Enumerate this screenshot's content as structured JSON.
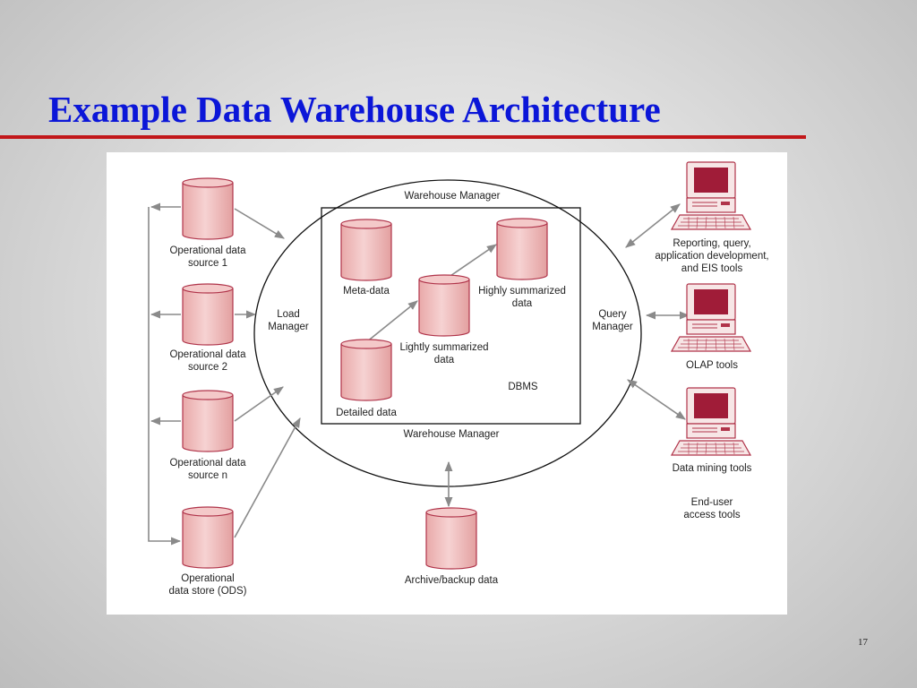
{
  "slide": {
    "title": "Example Data Warehouse Architecture",
    "page_number": "17"
  },
  "colors": {
    "title": "#0b16d8",
    "rule": "#c2171a",
    "cylinder_fill": "#efb8b8",
    "cylinder_stroke": "#b0344a",
    "screen": "#a01c38",
    "arrow": "#8a8a8a"
  },
  "diagram": {
    "sources": [
      {
        "line1": "Operational data",
        "line2": "source 1"
      },
      {
        "line1": "Operational data",
        "line2": "source 2"
      },
      {
        "line1": "Operational data",
        "line2": "source n"
      },
      {
        "line1": "Operational",
        "line2": "data store (ODS)"
      }
    ],
    "load_manager": {
      "line1": "Load",
      "line2": "Manager"
    },
    "query_manager": {
      "line1": "Query",
      "line2": "Manager"
    },
    "warehouse_manager_top": "Warehouse Manager",
    "warehouse_manager_bottom": "Warehouse Manager",
    "stores": {
      "meta_data": "Meta-data",
      "highly_summarized": {
        "line1": "Highly summarized",
        "line2": "data"
      },
      "lightly_summarized": {
        "line1": "Lightly summarized",
        "line2": "data"
      },
      "detailed_data": "Detailed data",
      "dbms": "DBMS"
    },
    "archive": "Archive/backup data",
    "tools": [
      {
        "line1": "Reporting, query,",
        "line2": "application development,",
        "line3": "and EIS tools"
      },
      {
        "line1": "OLAP tools"
      },
      {
        "line1": "Data mining tools"
      }
    ],
    "end_user": {
      "line1": "End-user",
      "line2": "access tools"
    }
  }
}
